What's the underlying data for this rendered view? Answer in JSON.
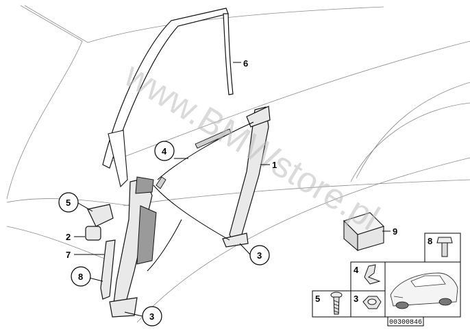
{
  "watermark": "www.BMWstore.pl",
  "reference_number": "00300846",
  "callouts": {
    "c1": "1",
    "c2": "2",
    "c3a": "3",
    "c3b": "3",
    "c4": "4",
    "c5": "5",
    "c6": "6",
    "c7": "7",
    "c8": "8",
    "c9": "9"
  },
  "legend": {
    "nut_number": "3",
    "clip_number": "4",
    "screw_number": "5",
    "bolt_number": "8"
  }
}
